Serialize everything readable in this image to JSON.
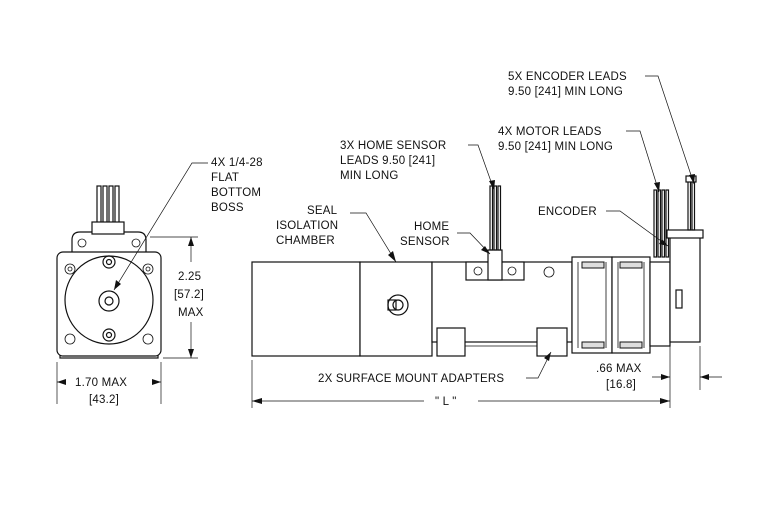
{
  "callouts": {
    "boss_line1": "4X 1/4-28",
    "boss_line2": "FLAT",
    "boss_line3": "BOTTOM",
    "boss_line4": "BOSS",
    "encoder_leads_line1": "5X ENCODER LEADS",
    "encoder_leads_line2": "9.50 [241] MIN LONG",
    "motor_leads_line1": "4X MOTOR LEADS",
    "motor_leads_line2": "9.50 [241] MIN LONG",
    "home_sensor_leads_line1": "3X HOME SENSOR",
    "home_sensor_leads_line2": "LEADS 9.50 [241]",
    "home_sensor_leads_line3": "MIN LONG",
    "seal_line1": "SEAL",
    "seal_line2": "ISOLATION",
    "seal_line3": "CHAMBER",
    "home_sensor_line1": "HOME",
    "home_sensor_line2": "SENSOR",
    "encoder": "ENCODER",
    "adapters": "2X SURFACE MOUNT ADAPTERS"
  },
  "dimensions": {
    "height_in": "2.25",
    "height_mm": "[57.2]",
    "height_note": "MAX",
    "width_in": "1.70 MAX",
    "width_mm": "[43.2]",
    "encoder_in": ".66 MAX",
    "encoder_mm": "[16.8]",
    "length": "\" L \""
  }
}
